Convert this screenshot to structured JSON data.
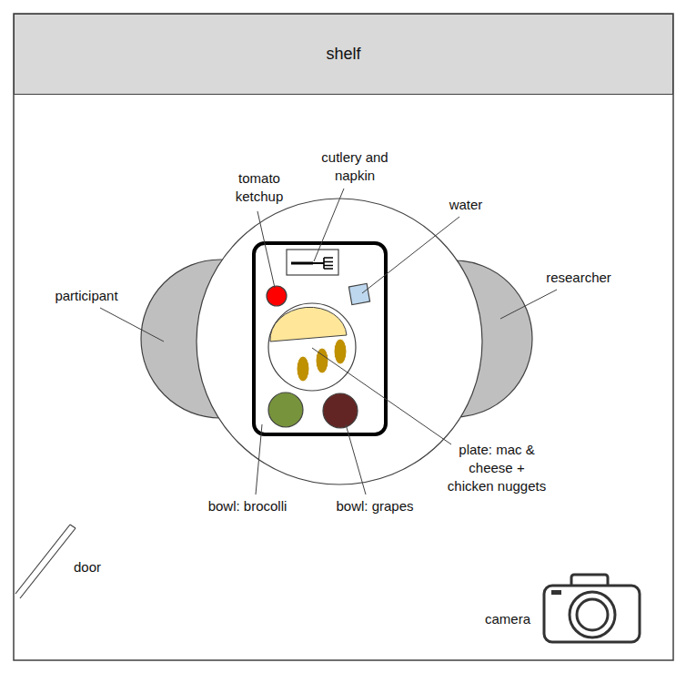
{
  "diagram": {
    "nodes": [
      {
        "text": [
          "shelf"
        ]
      }
    ],
    "labels": [
      "tomato ketchup",
      "cutlery and napkin",
      "water",
      "participant",
      "researcher",
      "plate: mac & cheese + chicken nuggets",
      "bowl: brocolli",
      "bowl: grapes",
      "door",
      "camera"
    ]
  }
}
